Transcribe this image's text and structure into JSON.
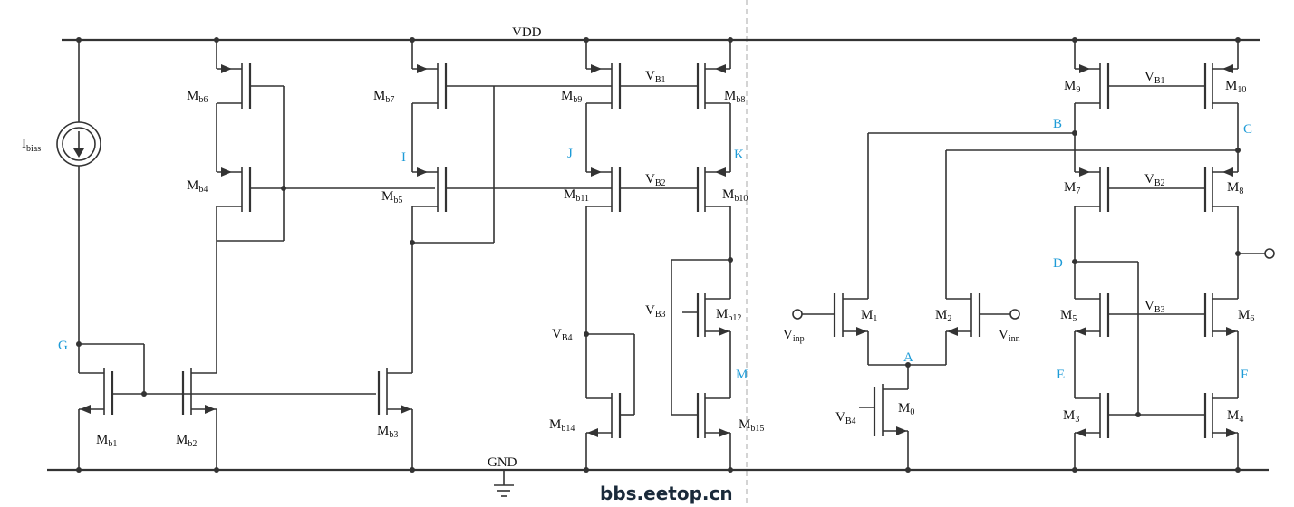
{
  "supply": {
    "vdd": "VDD",
    "gnd": "GND",
    "ibias": {
      "main": "I",
      "sub": "bias"
    }
  },
  "transistors": {
    "mb1": {
      "main": "M",
      "sub": "b1"
    },
    "mb2": {
      "main": "M",
      "sub": "b2"
    },
    "mb3": {
      "main": "M",
      "sub": "b3"
    },
    "mb4": {
      "main": "M",
      "sub": "b4"
    },
    "mb5": {
      "main": "M",
      "sub": "b5"
    },
    "mb6": {
      "main": "M",
      "sub": "b6"
    },
    "mb7": {
      "main": "M",
      "sub": "b7"
    },
    "mb8": {
      "main": "M",
      "sub": "b8"
    },
    "mb9": {
      "main": "M",
      "sub": "b9"
    },
    "mb10": {
      "main": "M",
      "sub": "b10"
    },
    "mb11": {
      "main": "M",
      "sub": "b11"
    },
    "mb12": {
      "main": "M",
      "sub": "b12"
    },
    "mb14": {
      "main": "M",
      "sub": "b14"
    },
    "mb15": {
      "main": "M",
      "sub": "b15"
    },
    "m0": {
      "main": "M",
      "sub": "0"
    },
    "m1": {
      "main": "M",
      "sub": "1"
    },
    "m2": {
      "main": "M",
      "sub": "2"
    },
    "m3": {
      "main": "M",
      "sub": "3"
    },
    "m4": {
      "main": "M",
      "sub": "4"
    },
    "m5": {
      "main": "M",
      "sub": "5"
    },
    "m6": {
      "main": "M",
      "sub": "6"
    },
    "m7": {
      "main": "M",
      "sub": "7"
    },
    "m8": {
      "main": "M",
      "sub": "8"
    },
    "m9": {
      "main": "M",
      "sub": "9"
    },
    "m10": {
      "main": "M",
      "sub": "10"
    }
  },
  "bias_voltages": {
    "vb1_left": {
      "main": "V",
      "sub": "B1"
    },
    "vb2_left": {
      "main": "V",
      "sub": "B2"
    },
    "vb3_left": {
      "main": "V",
      "sub": "B3"
    },
    "vb4_left": {
      "main": "V",
      "sub": "B4"
    },
    "vb1_right": {
      "main": "V",
      "sub": "B1"
    },
    "vb2_right": {
      "main": "V",
      "sub": "B2"
    },
    "vb3_right": {
      "main": "V",
      "sub": "B3"
    },
    "vb4_right": {
      "main": "V",
      "sub": "B4"
    }
  },
  "inputs": {
    "vinp": {
      "main": "V",
      "sub": "inp"
    },
    "vinn": {
      "main": "V",
      "sub": "inn"
    }
  },
  "nodes": {
    "G": "G",
    "I": "I",
    "J": "J",
    "K": "K",
    "M": "M",
    "A": "A",
    "B": "B",
    "C": "C",
    "D": "D",
    "E": "E",
    "F": "F"
  },
  "watermark": "bbs.eetop.cn",
  "colors": {
    "wire": "#333333",
    "node_label": "#1e9bd7",
    "text": "#111111"
  }
}
